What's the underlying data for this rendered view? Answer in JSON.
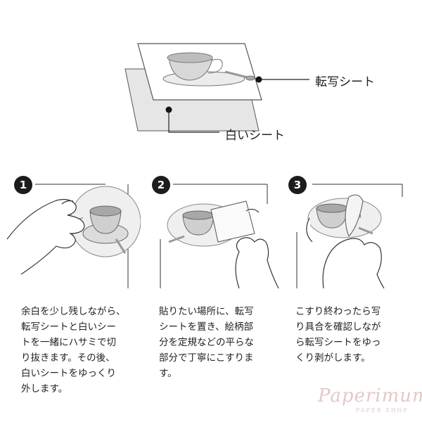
{
  "diagram": {
    "labels": {
      "transfer_sheet": "転写シート",
      "white_sheet": "白いシート"
    },
    "steps": [
      {
        "number": "1",
        "text": "余白を少し残しながら、\n転写シートと白いシー\nトを一緒にハサミで切\nり抜きます。その後、\n白いシートをゆっくり\n外します。"
      },
      {
        "number": "2",
        "text": "貼りたい場所に、転写\nシートを置き、絵柄部\n分を定規などの平らな\n部分で丁寧にこすりま\nす。"
      },
      {
        "number": "3",
        "text": "こすり終わったら写\nり具合を確認しなが\nら転写シートをゆっ\nくり剥がします。"
      }
    ]
  },
  "watermark": {
    "main": "Paperimum",
    "sub": "PAPER SHOP"
  }
}
